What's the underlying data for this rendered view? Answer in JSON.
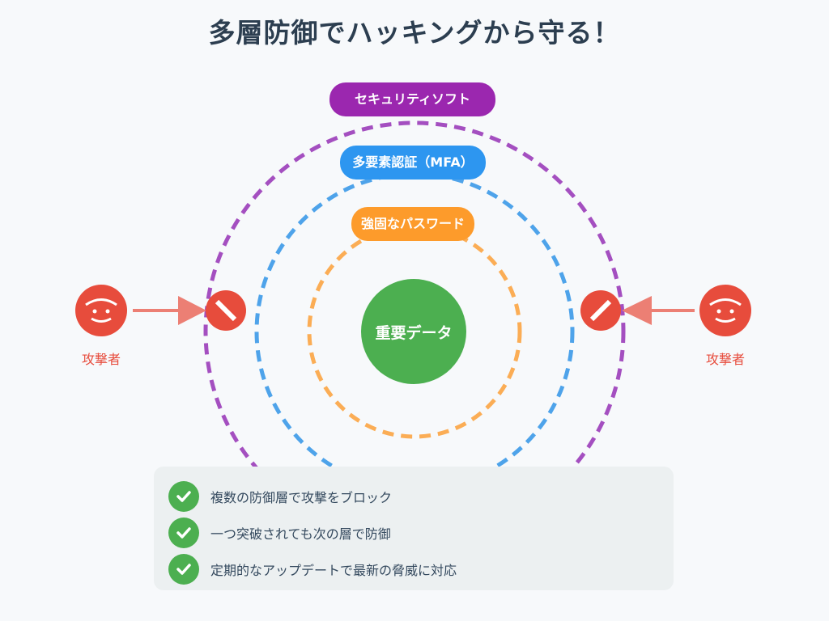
{
  "title": "多層防御でハッキングから守る！",
  "layers": [
    {
      "label": "セキュリティソフト",
      "color": "#9b27af",
      "ring_color": "#a44fc0"
    },
    {
      "label": "多要素認証（MFA）",
      "color": "#2d96f0",
      "ring_color": "#4ea3ea"
    },
    {
      "label": "強固なパスワード",
      "color": "#fd9b2b",
      "ring_color": "#fbad55"
    }
  ],
  "core": {
    "label": "重要データ",
    "color": "#4caf50"
  },
  "attackers": [
    {
      "label": "攻撃者",
      "side": "left"
    },
    {
      "label": "攻撃者",
      "side": "right"
    }
  ],
  "attacker_color": "#e74c3c",
  "arrow_color": "#ec7f74",
  "benefits": [
    "複数の防御層で攻撃をブロック",
    "一つ突破されても次の層で防御",
    "定期的なアップデートで最新の脅威に対応"
  ]
}
